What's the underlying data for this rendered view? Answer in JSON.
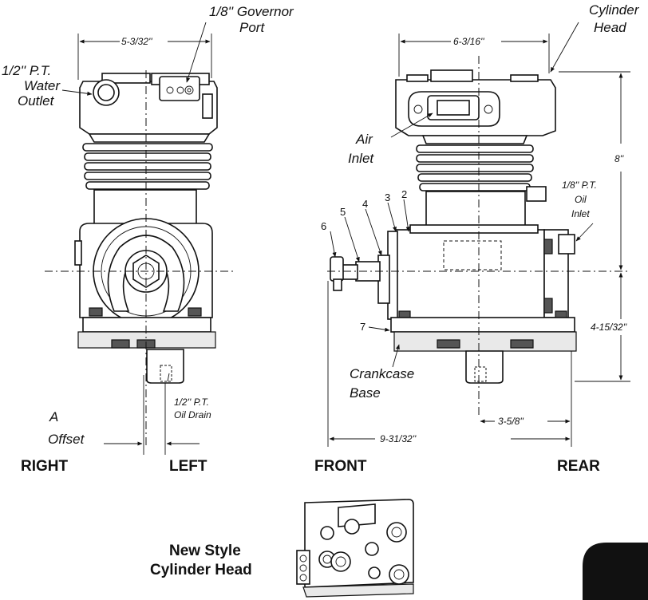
{
  "labels": {
    "governor_port_1": "1/8'' Governor",
    "governor_port_2": "Port",
    "cylinder_head_1": "Cylinder",
    "cylinder_head_2": "Head",
    "water_outlet_1": "1/2'' P.T.",
    "water_outlet_2": "Water",
    "water_outlet_3": "Outlet",
    "air_inlet_1": "Air",
    "air_inlet_2": "Inlet",
    "oil_inlet_1": "1/8'' P.T.",
    "oil_inlet_2": "Oil",
    "oil_inlet_3": "Inlet",
    "crankcase_base_1": "Crankcase",
    "crankcase_base_2": "Base",
    "oil_drain_1": "1/2'' P.T.",
    "oil_drain_2": "Oil Drain",
    "offset_1": "A",
    "offset_2": "Offset",
    "new_style_1": "New Style",
    "new_style_2": "Cylinder Head"
  },
  "dimensions": {
    "width_end_view": "5-3/32''",
    "width_side_view": "6-3/16''",
    "height_upper": "8''",
    "height_lower": "4-15/32''",
    "length_total": "9-31/32''",
    "base_to_center": "3-5/8''"
  },
  "part_numbers": [
    "2",
    "3",
    "4",
    "5",
    "6",
    "7"
  ],
  "view_labels": {
    "right": "RIGHT",
    "left": "LEFT",
    "front": "FRONT",
    "rear": "REAR"
  }
}
